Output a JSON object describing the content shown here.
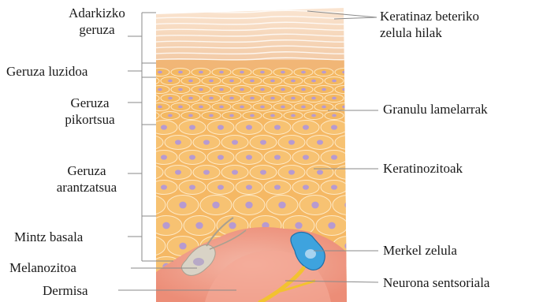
{
  "labels": {
    "stratum_corneum": [
      "Adarkizko",
      "geruza"
    ],
    "stratum_lucidum": "Geruza luzidoa",
    "stratum_granulosum": [
      "Geruza",
      "pikortsua"
    ],
    "stratum_spinosum": [
      "Geruza",
      "arantzatsua"
    ],
    "stratum_basale": "Mintz basala",
    "melanocyte": "Melanozitoa",
    "dermis": "Dermisa",
    "dead_cells": [
      "Keratinaz beteriko",
      "zelula hilak"
    ],
    "lamellar_granules": "Granulu lamelarrak",
    "keratinocytes": "Keratinozitoak",
    "merkel_cell": "Merkel zelula",
    "sensory_neuron": "Neurona sentsoriala"
  },
  "colors": {
    "corneum": "#f7dcc4",
    "granulosum": "#f3b862",
    "spinosum": "#f7c272",
    "cell_outline": "#fde9c6",
    "nucleus": "#b79ad0",
    "dermis": "#f0a08c",
    "merkel": "#3aa0dd",
    "melanocyte": "#d8d2c4",
    "neuron": "#f2c230",
    "leader_line": "#8a8a8a"
  }
}
